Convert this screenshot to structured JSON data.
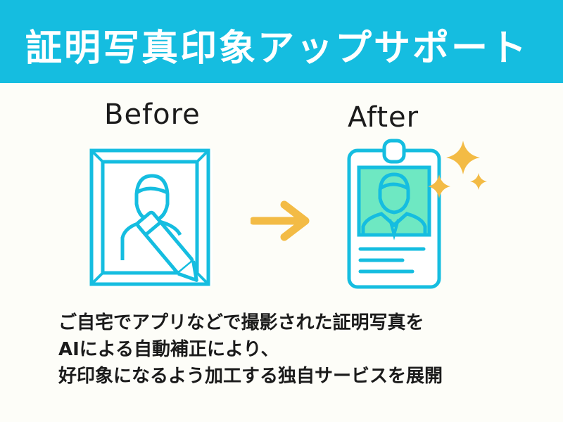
{
  "header": {
    "title": "証明写真印象アップサポート"
  },
  "comparison": {
    "before_label": "Before",
    "after_label": "After"
  },
  "icons": {
    "before": "framed-portrait-pencil-icon",
    "arrow": "arrow-right-icon",
    "after": "id-card-portrait-sparkle-icon"
  },
  "colors": {
    "header_bg": "#15bde0",
    "icon_blue": "#15bde0",
    "mint": "#6ee8c2",
    "accent": "#f3bb45",
    "background": "#fdfdf8"
  },
  "description": {
    "lines": [
      "ご自宅でアプリなどで撮影された証明写真を",
      "AIによる自動補正により、",
      "好印象になるよう加工する独自サービスを展開"
    ]
  }
}
